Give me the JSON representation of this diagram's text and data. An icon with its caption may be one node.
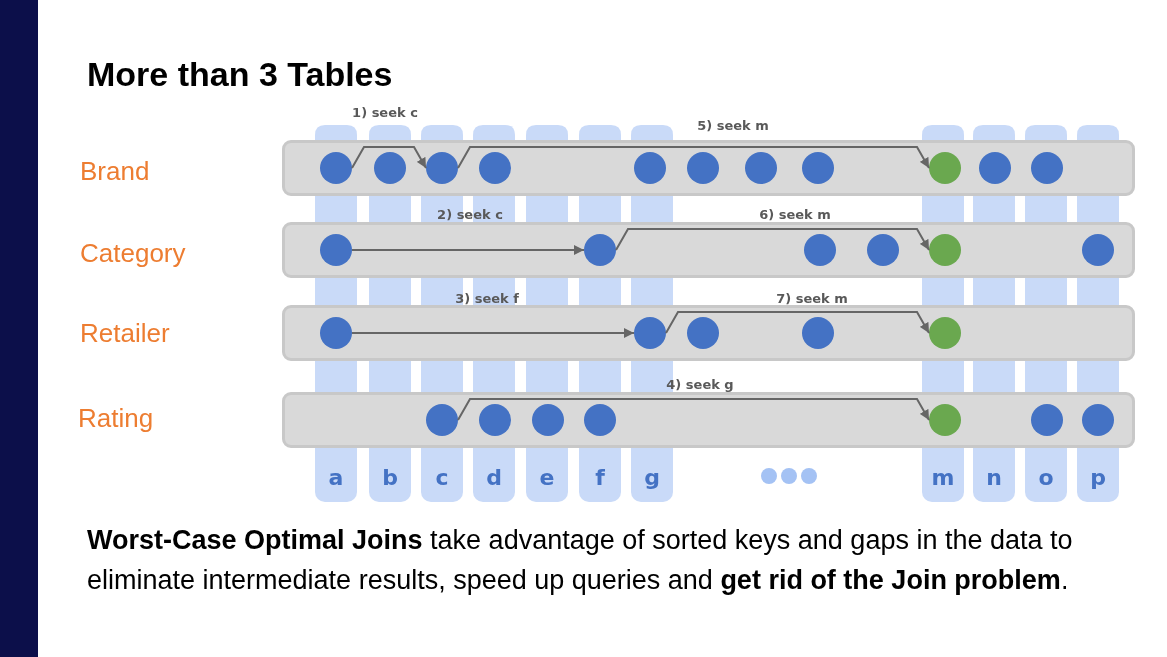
{
  "diagram": {
    "title": "More than 3 Tables",
    "nodes": [
      {
        "text": [],
        "shape": "bar"
      },
      {
        "text": [],
        "shape": "circle",
        "in": 0
      },
      {
        "text": [],
        "shape": "circle",
        "in": 0
      },
      {
        "text": [],
        "shape": "circle",
        "in": 0
      },
      {
        "text": [],
        "shape": "circle",
        "in": 0
      },
      {
        "text": [],
        "shape": "circle",
        "in": 0
      },
      {
        "text": [],
        "shape": "circle",
        "in": 0
      },
      {
        "text": [],
        "shape": "circle",
        "in": 0
      },
      {
        "text": [],
        "shape": "circle",
        "in": 0
      },
      {
        "text": [],
        "shape": "circle",
        "in": 0
      },
      {
        "text": [],
        "shape": "circle",
        "in": 0
      },
      {
        "text": [],
        "shape": "circle",
        "in": 0
      },
      {
        "text": [],
        "shape": "bar"
      },
      {
        "text": [],
        "shape": "circle",
        "in": 12
      },
      {
        "text": [],
        "shape": "circle",
        "in": 12
      },
      {
        "text": [],
        "shape": "circle",
        "in": 12
      },
      {
        "text": [],
        "shape": "circle",
        "in": 12
      },
      {
        "text": [],
        "shape": "circle",
        "in": 12
      },
      {
        "text": [],
        "shape": "circle",
        "in": 12
      },
      {
        "text": [],
        "shape": "bar"
      },
      {
        "text": [],
        "shape": "circle",
        "in": 19
      },
      {
        "text": [],
        "shape": "circle",
        "in": 19
      },
      {
        "text": [],
        "shape": "circle",
        "in": 19
      },
      {
        "text": [],
        "shape": "circle",
        "in": 19
      },
      {
        "text": [],
        "shape": "circle",
        "in": 19
      },
      {
        "text": [],
        "shape": "bar"
      },
      {
        "text": [],
        "shape": "circle",
        "in": 25
      },
      {
        "text": [],
        "shape": "circle",
        "in": 25
      },
      {
        "text": [],
        "shape": "circle",
        "in": 25
      },
      {
        "text": [],
        "shape": "circle",
        "in": 25
      },
      {
        "text": [],
        "shape": "circle",
        "in": 25
      },
      {
        "text": [],
        "shape": "circle",
        "in": 25
      },
      {
        "text": [],
        "shape": "circle",
        "in": 25
      },
      {
        "text": [
          "a"
        ]
      },
      {
        "text": [
          "b"
        ]
      },
      {
        "text": [
          "c"
        ]
      },
      {
        "text": [
          "d"
        ]
      },
      {
        "text": [
          "e"
        ]
      },
      {
        "text": [
          "f"
        ]
      },
      {
        "text": [
          "g"
        ]
      },
      {
        "text": [
          "m"
        ]
      },
      {
        "text": [
          "n"
        ]
      },
      {
        "text": [
          "o"
        ]
      },
      {
        "text": [
          "p"
        ]
      }
    ],
    "edges": [
      {
        "from": 1,
        "to": 3,
        "arrow": "to",
        "label": "1) seek c"
      },
      {
        "from": 3,
        "to": 9,
        "arrow": "to",
        "label": "5) seek m"
      },
      {
        "from": 13,
        "to": 14,
        "arrow": "to",
        "label": "2) seek c"
      },
      {
        "from": 14,
        "to": 17,
        "arrow": "to",
        "label": "6) seek m"
      },
      {
        "from": 20,
        "to": 21,
        "arrow": "to",
        "label": "3) seek f"
      },
      {
        "from": 21,
        "to": 24,
        "arrow": "to",
        "label": "7) seek m"
      },
      {
        "from": 26,
        "to": 30,
        "arrow": "to",
        "label": "4) seek g"
      }
    ],
    "labels": [
      "Brand",
      "Category",
      "Retailer",
      "Rating",
      "**Worst-Case Optimal Joins** take advantage of sorted keys and gaps in the data to eliminate intermediate results, speed up queries and **get rid of the Join problem**."
    ]
  }
}
